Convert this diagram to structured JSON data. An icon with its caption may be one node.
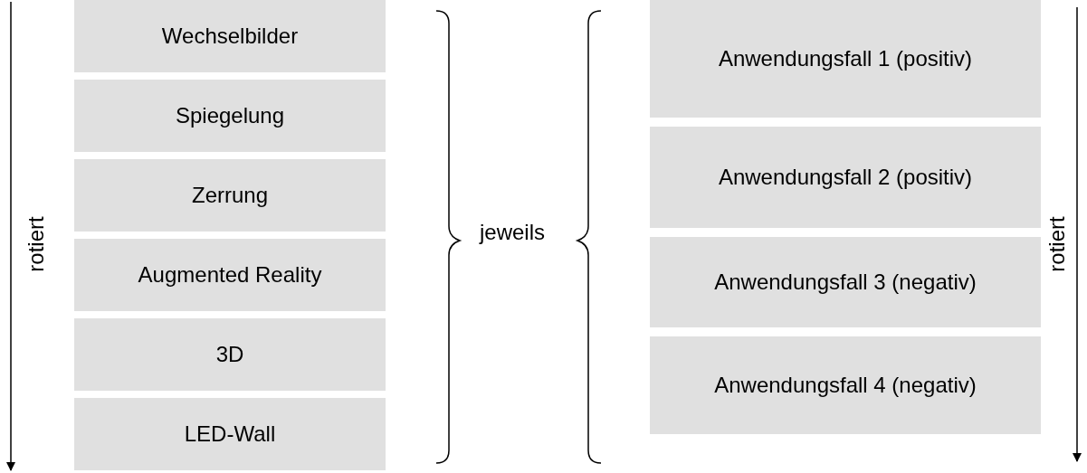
{
  "diagram": {
    "nodes": [
      {
        "text": [
          "Wechselbilder"
        ]
      },
      {
        "text": [
          "Spiegelung"
        ]
      },
      {
        "text": [
          "Zerrung"
        ]
      },
      {
        "text": [
          "Augmented Reality"
        ]
      },
      {
        "text": [
          "3D"
        ]
      },
      {
        "text": [
          "LED-Wall"
        ]
      },
      {
        "text": [
          "Anwendungsfall 1 (positiv)"
        ]
      },
      {
        "text": [
          "Anwendungsfall 2 (positiv)"
        ]
      },
      {
        "text": [
          "Anwendungsfall 3 (negativ)"
        ]
      },
      {
        "text": [
          "Anwendungsfall 4 (negativ)"
        ]
      }
    ],
    "edges": [],
    "labels": [
      "rotiert",
      "jeweils",
      "rotiert"
    ]
  }
}
